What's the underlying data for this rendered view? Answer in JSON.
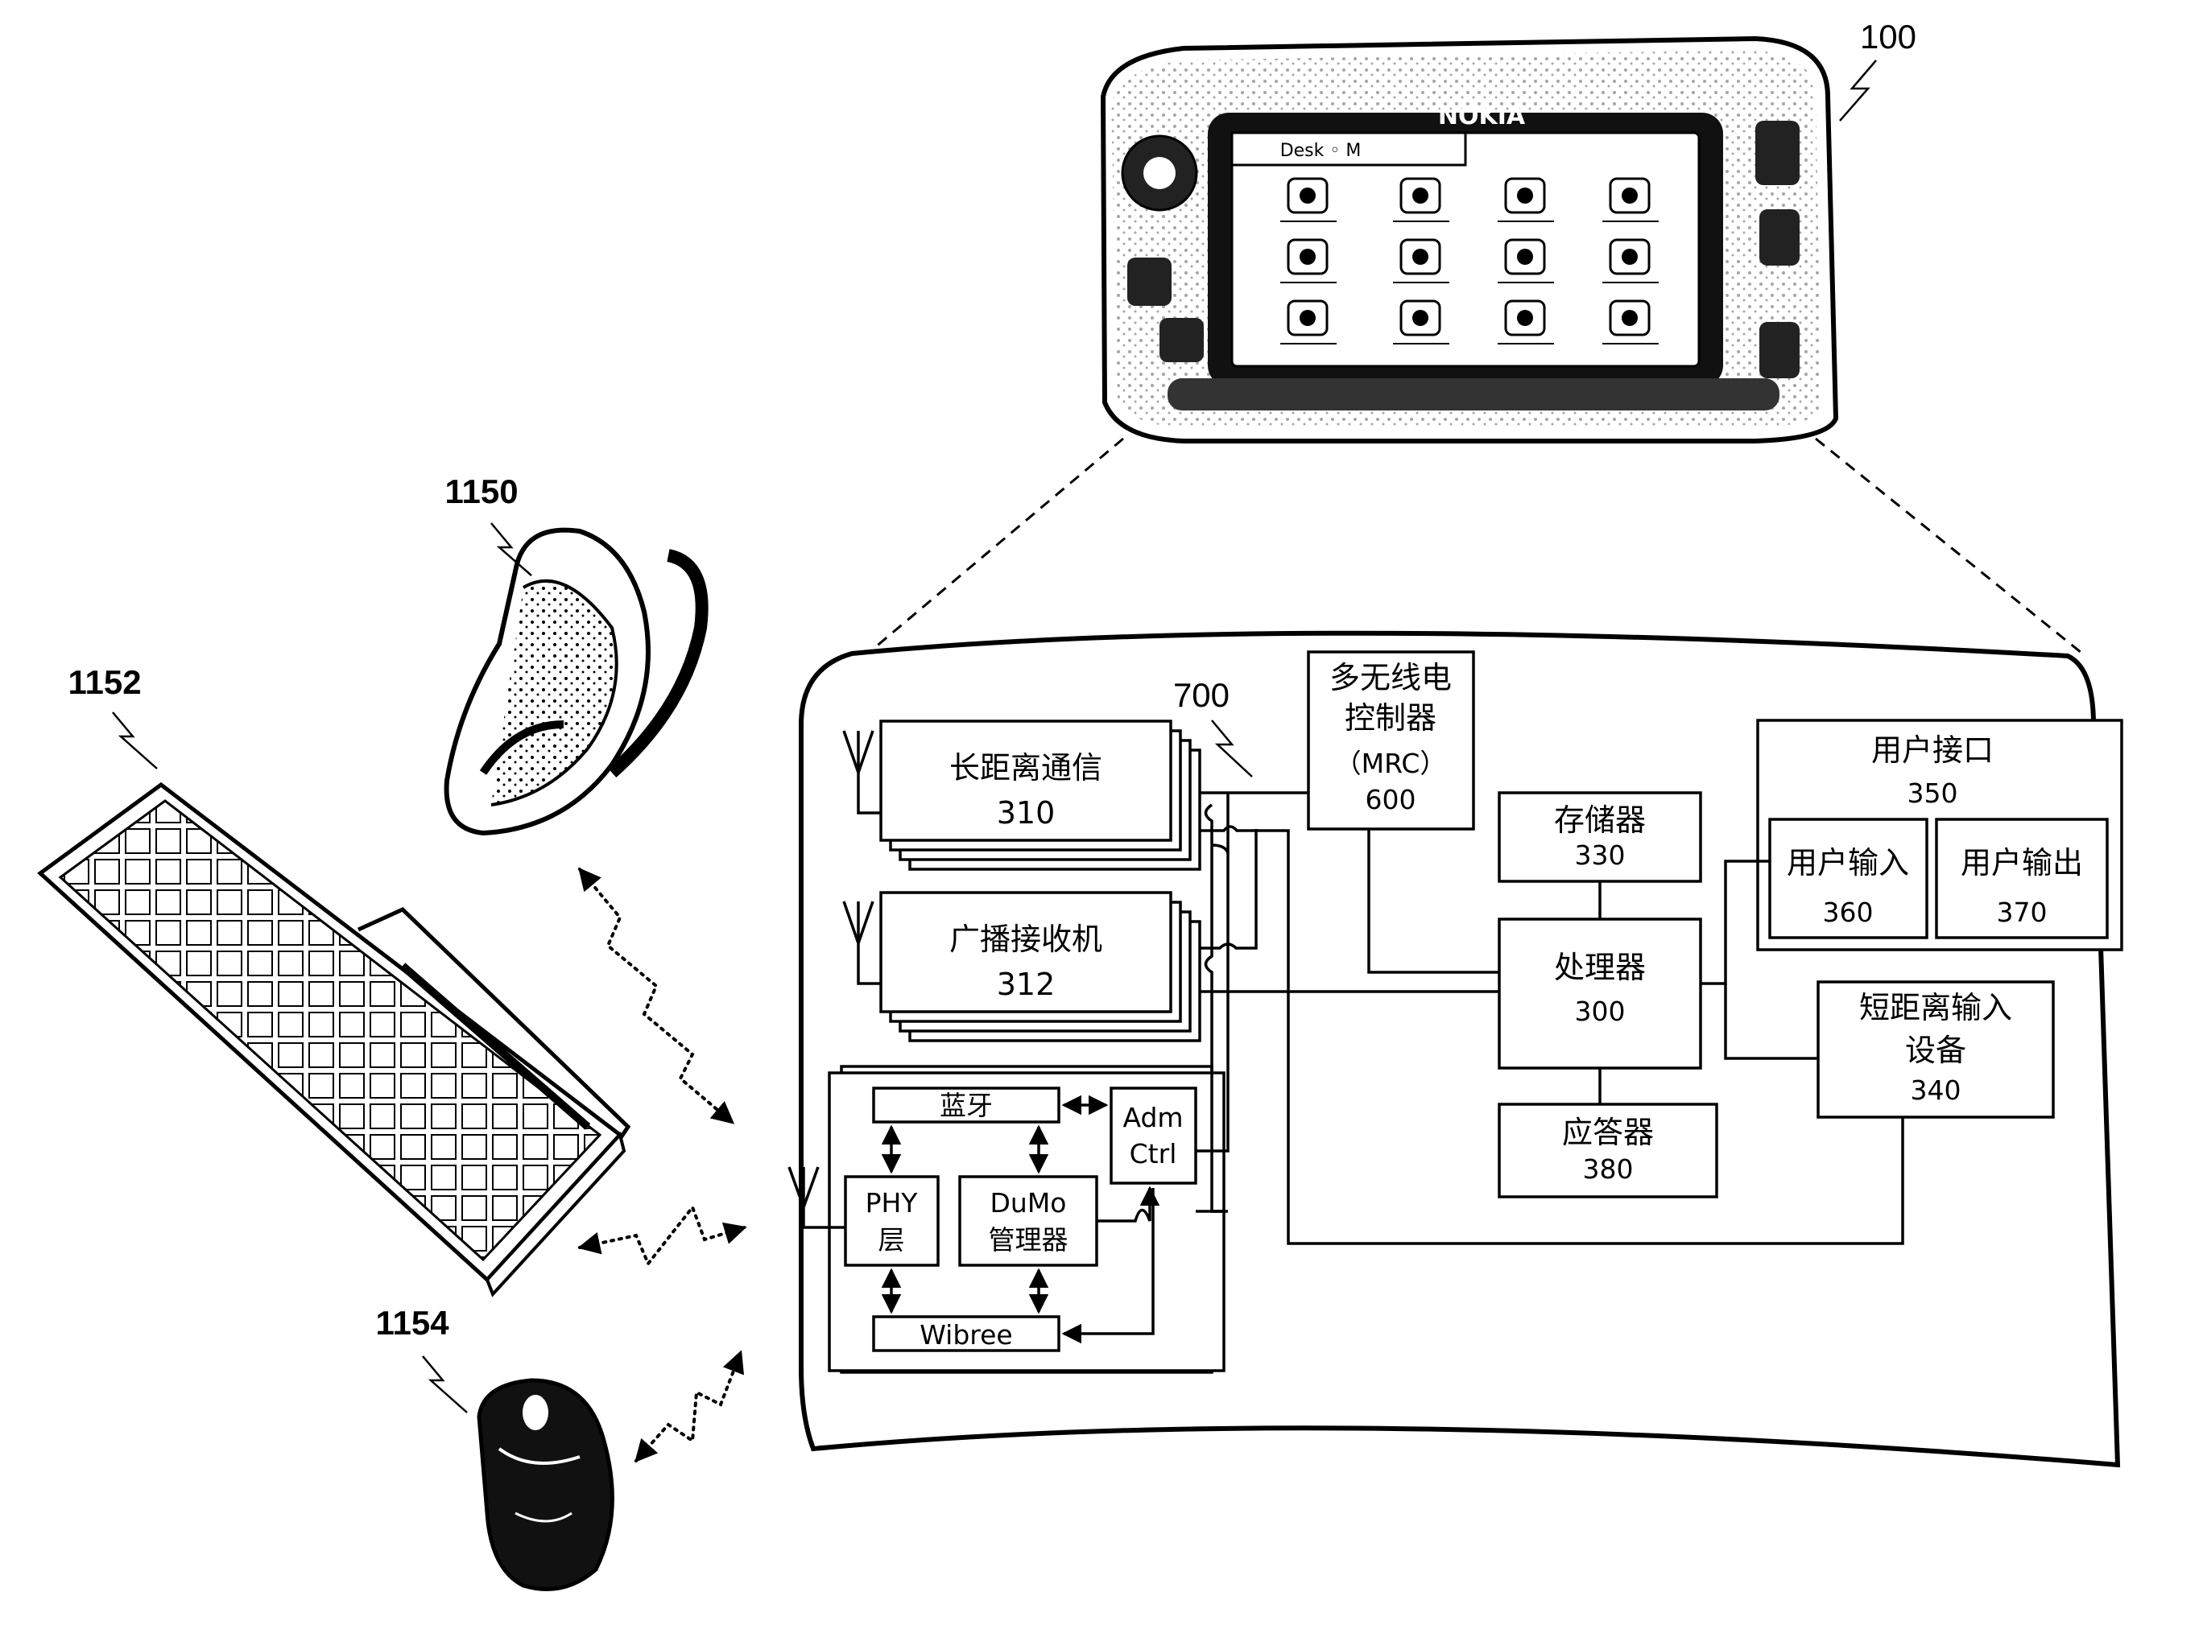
{
  "refs": {
    "device": "100",
    "headset": "1150",
    "keyboard": "1152",
    "mouse": "1154",
    "dumo_module": "700"
  },
  "phone": {
    "brand": "NOKIA",
    "screen_tab": "Desk ◦ M"
  },
  "blocks": {
    "long_range": {
      "label": "长距离通信",
      "num": "310"
    },
    "broadcast": {
      "label": "广播接收机",
      "num": "312"
    },
    "mrc": {
      "line1": "多无线电",
      "line2": "控制器",
      "line3": "（MRC）",
      "num": "600"
    },
    "memory": {
      "label": "存储器",
      "num": "330"
    },
    "processor": {
      "label": "处理器",
      "num": "300"
    },
    "responder": {
      "label": "应答器",
      "num": "380"
    },
    "ui": {
      "label": "用户接口",
      "num": "350"
    },
    "ui_input": {
      "label": "用户输入",
      "num": "360"
    },
    "ui_output": {
      "label": "用户输出",
      "num": "370"
    },
    "short_range": {
      "line1": "短距离输入",
      "line2": "设备",
      "num": "340"
    },
    "bluetooth": {
      "label": "蓝牙"
    },
    "adm": {
      "line1": "Adm",
      "line2": "Ctrl"
    },
    "phy": {
      "line1": "PHY",
      "line2": "层"
    },
    "dumo": {
      "line1": "DuMo",
      "line2": "管理器"
    },
    "wibree": {
      "label": "Wibree"
    }
  },
  "icons": {
    "headset": "bluetooth-headset-icon",
    "keyboard": "wireless-keyboard-icon",
    "mouse": "wireless-mouse-icon",
    "phone": "nokia-phone-icon",
    "antenna": "antenna-icon"
  }
}
